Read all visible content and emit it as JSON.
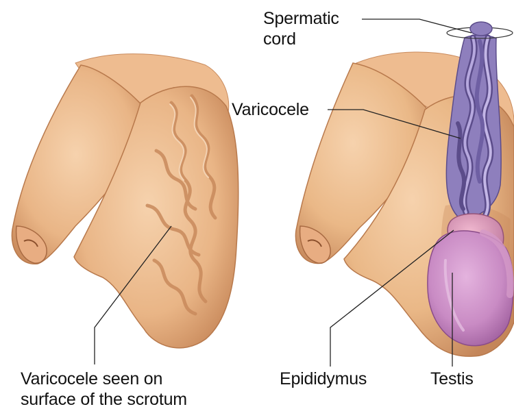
{
  "labels": {
    "spermatic_cord_line1": "Spermatic",
    "spermatic_cord_line2": "cord",
    "varicocele": "Varicocele",
    "varicocele_surface_line1": "Varicocele seen on",
    "varicocele_surface_line2": "surface of the scrotum",
    "epididymus": "Epididymus",
    "testis": "Testis"
  },
  "colors": {
    "skin": "#efc297",
    "skin_shadow": "#c98a5c",
    "skin_dark": "#9a5e38",
    "vein": "#8e7fbd",
    "vein_dark": "#5b4c8a",
    "testis": "#c98bc4",
    "testis_dark": "#9a5a99",
    "leader_line": "#222222"
  }
}
